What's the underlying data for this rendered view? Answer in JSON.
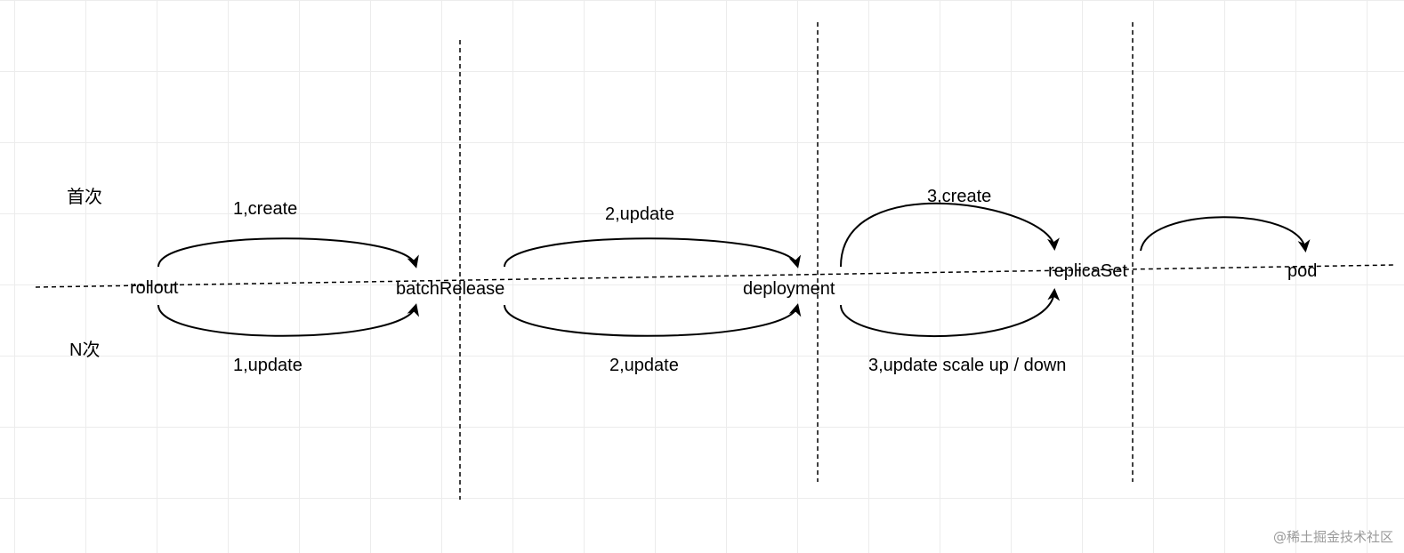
{
  "diagram": {
    "row_labels": {
      "first": "首次",
      "nth": "N次"
    },
    "nodes": {
      "rollout": "rollout",
      "batchRelease": "batchRelease",
      "deployment": "deployment",
      "replicaSet": "replicaSet",
      "pod": "pod"
    },
    "edges": {
      "top1": "1,create",
      "bottom1": "1,update",
      "top2": "2,update",
      "bottom2": "2,update",
      "top3": "3,create",
      "bottom3": "3,update scale up / down"
    }
  },
  "watermark": "@稀土掘金技术社区"
}
